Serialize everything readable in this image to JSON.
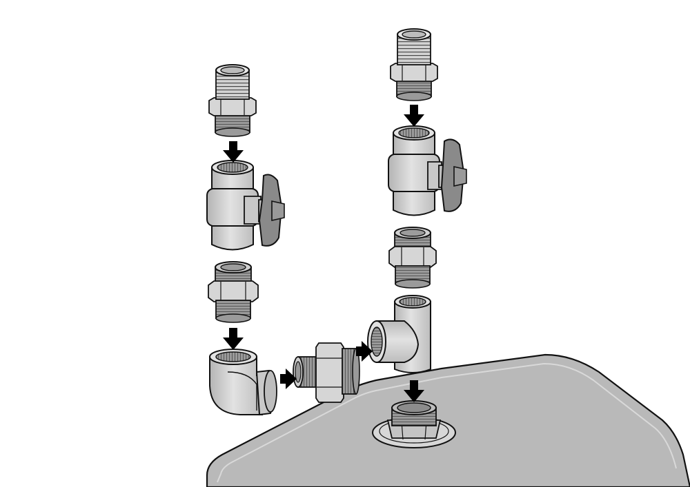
{
  "diagram": {
    "colors": {
      "background": "#ffffff",
      "fitting_light": "#dedede",
      "fitting_mid": "#c9c9c9",
      "fitting_dark": "#a9a9a9",
      "thread": "#8f8f8f",
      "handle": "#8a8a8a",
      "tank": "#b9b9b9",
      "tank_rim": "#d9d9d9",
      "outline": "#111111",
      "arrow": "#000000"
    },
    "parts": [
      {
        "name": "left-hose-barb-adapter",
        "icon": "hose-barb-adapter-icon"
      },
      {
        "name": "left-ball-valve",
        "icon": "ball-valve-icon"
      },
      {
        "name": "left-hex-nipple",
        "icon": "hex-nipple-icon"
      },
      {
        "name": "elbow-fitting",
        "icon": "elbow-fitting-icon"
      },
      {
        "name": "horizontal-hex-nipple",
        "icon": "hex-nipple-icon"
      },
      {
        "name": "tee-fitting",
        "icon": "tee-fitting-icon"
      },
      {
        "name": "right-hex-nipple",
        "icon": "hex-nipple-icon"
      },
      {
        "name": "right-ball-valve",
        "icon": "ball-valve-icon"
      },
      {
        "name": "right-hose-barb-adapter",
        "icon": "hose-barb-adapter-icon"
      },
      {
        "name": "tank-bulkhead-fitting",
        "icon": "bulkhead-fitting-icon"
      },
      {
        "name": "tank-top",
        "icon": "tank-icon"
      }
    ],
    "arrows": [
      "down",
      "down",
      "right",
      "right",
      "down",
      "down"
    ]
  }
}
